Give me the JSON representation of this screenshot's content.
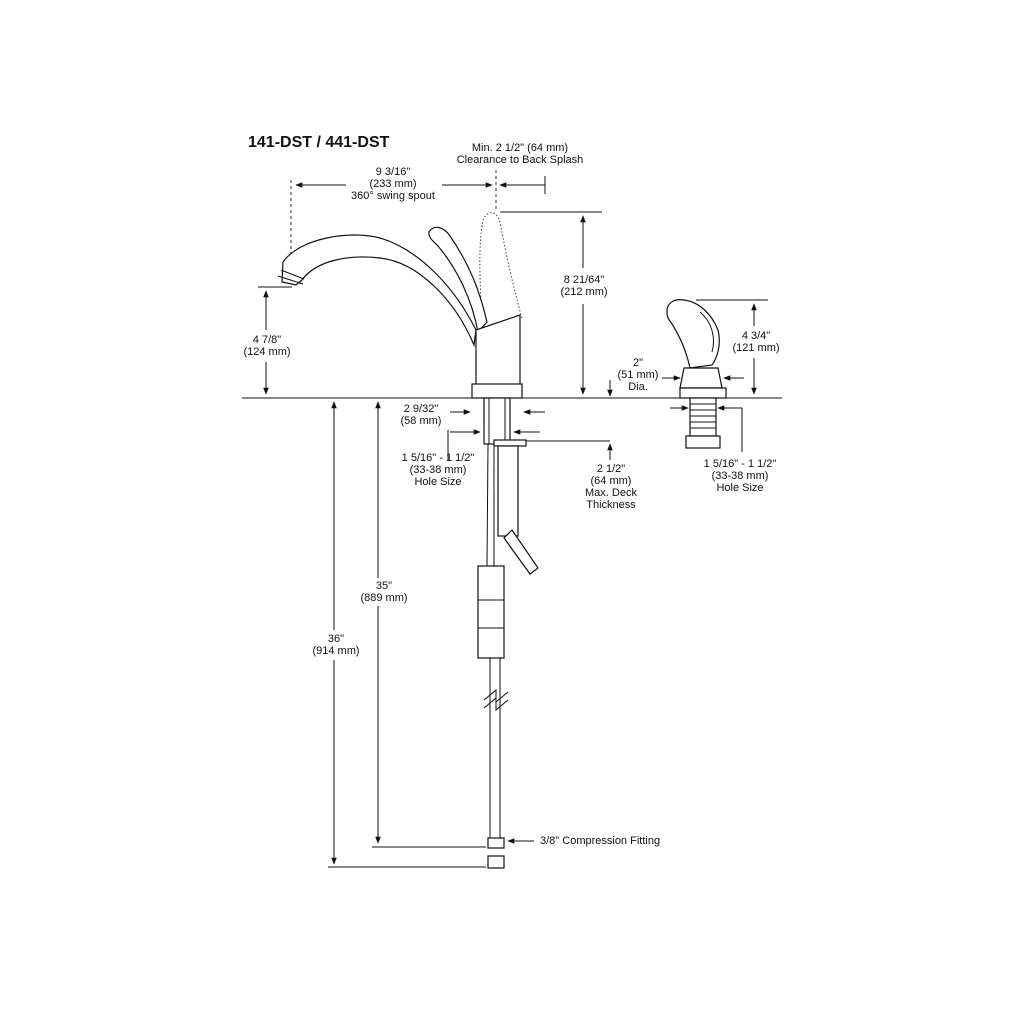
{
  "title": "141-DST / 441-DST",
  "dims": {
    "clearance": {
      "line1": "Min. 2 1/2\" (64 mm)",
      "line2": "Clearance to Back Splash"
    },
    "spout_reach": {
      "line1": "9 3/16\"",
      "line2": "(233 mm)",
      "line3": "360° swing spout"
    },
    "height_total": {
      "line1": "8 21/64\"",
      "line2": "(212 mm)"
    },
    "spout_height": {
      "line1": "4 7/8\"",
      "line2": "(124 mm)"
    },
    "base_width": {
      "line1": "2 9/32\"",
      "line2": "(58 mm)"
    },
    "hole_size_left": {
      "line1": "1 5/16\" - 1 1/2\"",
      "line2": "(33-38 mm)",
      "line3": "Hole Size"
    },
    "deck_thickness": {
      "line1": "2 1/2\"",
      "line2": "(64 mm)",
      "line3": "Max. Deck",
      "line4": "Thickness"
    },
    "spray_dia": {
      "line1": "2\"",
      "line2": "(51 mm)",
      "line3": "Dia."
    },
    "spray_height": {
      "line1": "4 3/4\"",
      "line2": "(121 mm)"
    },
    "hole_size_right": {
      "line1": "1 5/16\" - 1 1/2\"",
      "line2": "(33-38 mm)",
      "line3": "Hole Size"
    },
    "supply_35": {
      "line1": "35\"",
      "line2": "(889 mm)"
    },
    "supply_36": {
      "line1": "36\"",
      "line2": "(914 mm)"
    },
    "compression": {
      "line1": "3/8\" Compression Fitting"
    }
  }
}
